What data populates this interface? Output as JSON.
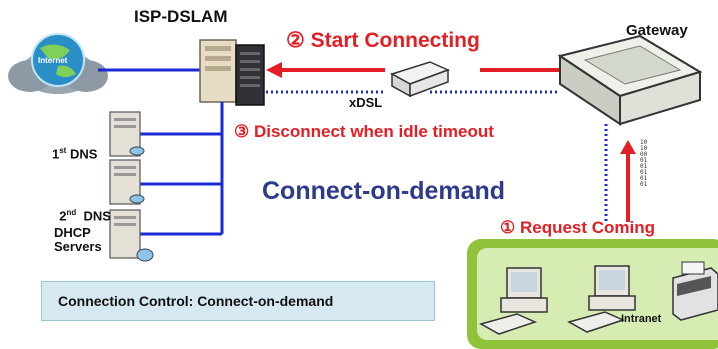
{
  "labels": {
    "isp_dslam": "ISP-DSLAM",
    "gateway": "Gateway",
    "internet": "Internet",
    "xdsl": "xDSL",
    "dns1_prefix": "1",
    "dns1_sup": "st",
    "dns1_suffix": " DNS",
    "dns2_prefix": "2",
    "dns2_sup": "nd",
    "dns2_suffix": "  DNS",
    "dhcp_line1": "DHCP",
    "dhcp_line2": "Servers",
    "intranet": "Intranet",
    "binary": "1010000101010101"
  },
  "steps": {
    "start_connecting": "② Start Connecting",
    "disconnect": "③ Disconnect  when idle timeout",
    "request_coming": "① Request Coming"
  },
  "title": "Connect-on-demand",
  "caption": "Connection Control: Connect-on-demand",
  "colors": {
    "red": "#e41e25",
    "blue_line": "#1a2bd6",
    "title_blue": "#2e3a8c",
    "caption_bg": "#d6e8f1",
    "intranet_green": "#8fc33a"
  }
}
